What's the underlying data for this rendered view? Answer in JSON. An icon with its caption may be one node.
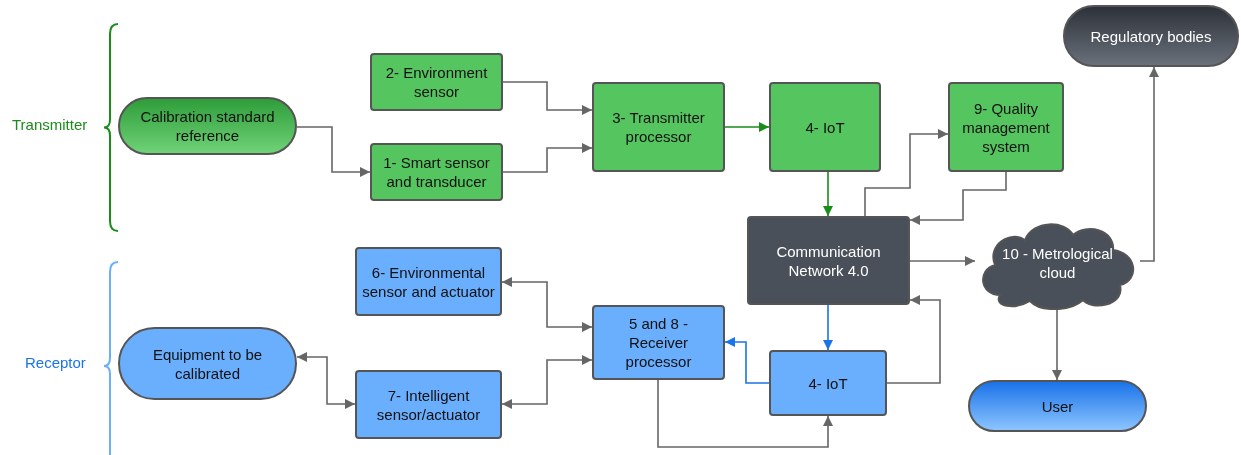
{
  "diagram": {
    "nodes": [
      {
        "text": [
          "Calibration standard reference"
        ]
      },
      {
        "text": [
          "2- Environment sensor"
        ]
      },
      {
        "text": [
          "1- Smart sensor and transducer"
        ]
      },
      {
        "text": [
          "3- Transmitter processor"
        ]
      },
      {
        "text": [
          "4- IoT"
        ]
      },
      {
        "text": [
          "9- Quality management system"
        ]
      },
      {
        "text": [
          "Regulatory bodies"
        ]
      },
      {
        "text": [
          "Communication Network 4.0"
        ]
      },
      {
        "text": [
          "10 - Metrological cloud"
        ]
      },
      {
        "text": [
          "6- Environmental sensor and actuator"
        ]
      },
      {
        "text": [
          "5 and 8 - Receiver processor"
        ]
      },
      {
        "text": [
          "Equipment to be calibrated"
        ]
      },
      {
        "text": [
          "7- Intelligent sensor/actuator"
        ]
      },
      {
        "text": [
          "4- IoT"
        ]
      },
      {
        "text": [
          "User"
        ]
      }
    ],
    "edges": [
      {
        "from": 0,
        "to": 2,
        "arrow": "to"
      },
      {
        "from": 1,
        "to": 3,
        "arrow": "to"
      },
      {
        "from": 2,
        "to": 3,
        "arrow": "to"
      },
      {
        "from": 3,
        "to": 4,
        "arrow": "to",
        "color": "#1a8c1a"
      },
      {
        "from": 4,
        "to": 7,
        "arrow": "to",
        "color": "#1a8c1a"
      },
      {
        "from": 7,
        "to": 5,
        "arrow": "to"
      },
      {
        "from": 5,
        "to": 7,
        "arrow": "to"
      },
      {
        "from": 7,
        "to": 8,
        "arrow": "to"
      },
      {
        "from": 8,
        "to": 6,
        "arrow": "to"
      },
      {
        "from": 8,
        "to": 14,
        "arrow": "to"
      },
      {
        "from": 7,
        "to": 13,
        "arrow": "to",
        "color": "#1a73e8"
      },
      {
        "from": 13,
        "to": 10,
        "arrow": "to",
        "color": "#1a73e8"
      },
      {
        "from": 10,
        "to": 13,
        "arrow": "to"
      },
      {
        "from": 13,
        "to": 7,
        "arrow": "to"
      },
      {
        "from": 10,
        "to": 9,
        "arrow": "both"
      },
      {
        "from": 10,
        "to": 12,
        "arrow": "both"
      },
      {
        "from": 12,
        "to": 11,
        "arrow": "both"
      }
    ],
    "labels": [
      "Transmitter",
      "Receptor"
    ]
  }
}
